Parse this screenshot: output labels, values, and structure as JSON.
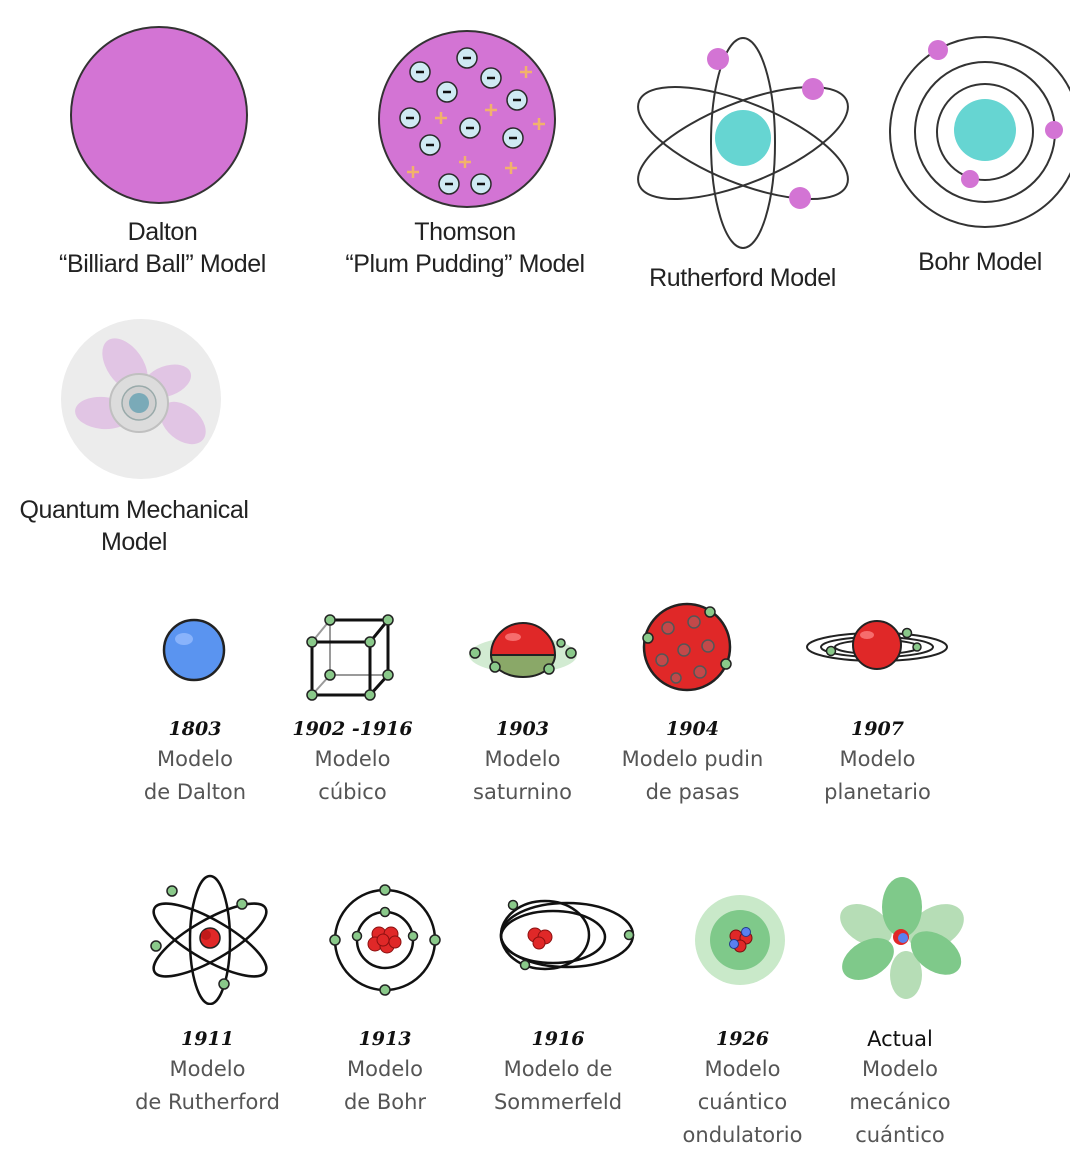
{
  "english_models": [
    {
      "lines": [
        "Dalton",
        "“Billiard Ball” Model"
      ]
    },
    {
      "lines": [
        "Thomson",
        "“Plum Pudding” Model"
      ]
    },
    {
      "lines": [
        "Rutherford Model"
      ]
    },
    {
      "lines": [
        "Bohr Model"
      ]
    },
    {
      "lines": [
        "Quantum Mechanical",
        "Model"
      ]
    }
  ],
  "spanish_models": [
    {
      "year": "1803",
      "lines": [
        "Modelo",
        "de Dalton"
      ]
    },
    {
      "year": "1902 -1916",
      "lines": [
        "Modelo",
        "cúbico"
      ]
    },
    {
      "year": "1903",
      "lines": [
        "Modelo",
        "saturnino"
      ]
    },
    {
      "year": "1904",
      "lines": [
        "Modelo pudin",
        "de pasas"
      ]
    },
    {
      "year": "1907",
      "lines": [
        "Modelo",
        "planetario"
      ]
    },
    {
      "year": "1911",
      "lines": [
        "Modelo",
        "de Rutherford"
      ]
    },
    {
      "year": "1913",
      "lines": [
        "Modelo",
        "de Bohr"
      ]
    },
    {
      "year": "1916",
      "lines": [
        "Modelo de",
        "Sommerfeld"
      ]
    },
    {
      "year": "1926",
      "lines": [
        "Modelo",
        "cuántico",
        "ondulatorio"
      ]
    },
    {
      "year": "Actual",
      "lines": [
        "Modelo",
        "mecánico",
        "cuántico"
      ]
    }
  ],
  "colors": {
    "violet": "#d374d4",
    "cyan_nucleus": "#66d5d2",
    "red_sphere": "#e02828",
    "green_electron": "#8ac98a",
    "blue_sphere": "#5a94f0"
  }
}
